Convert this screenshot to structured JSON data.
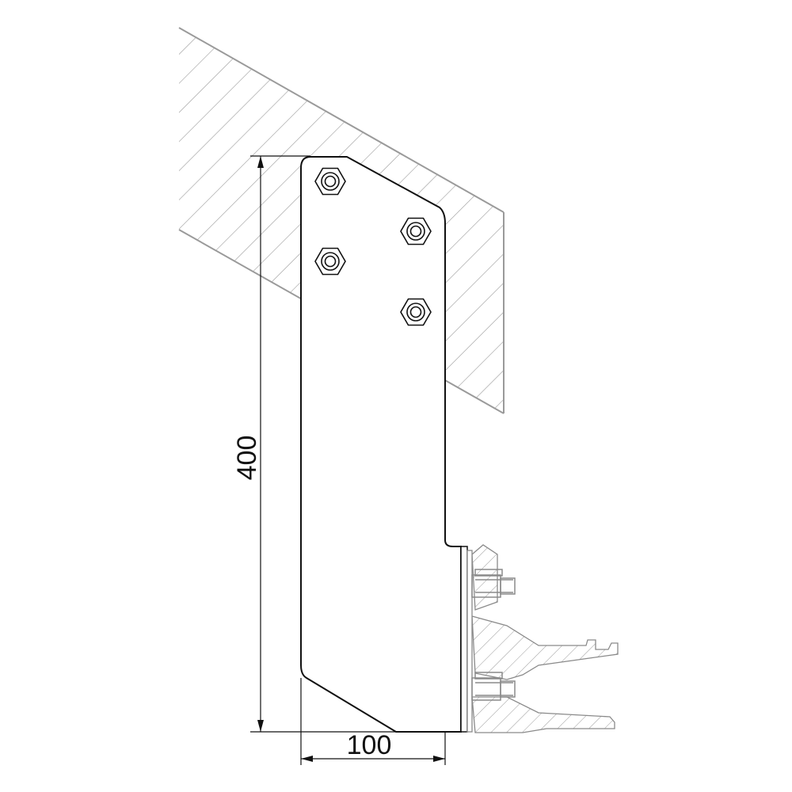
{
  "dimensions": {
    "height_label": "400",
    "width_label": "100"
  },
  "colors": {
    "outline": "#111111",
    "hatch": "#9a9a9a",
    "background": "#ffffff"
  },
  "parts": {
    "bolt_count": 4,
    "icons": [
      "bracket-plate",
      "hex-nut",
      "wall-section",
      "rail-profile"
    ]
  }
}
